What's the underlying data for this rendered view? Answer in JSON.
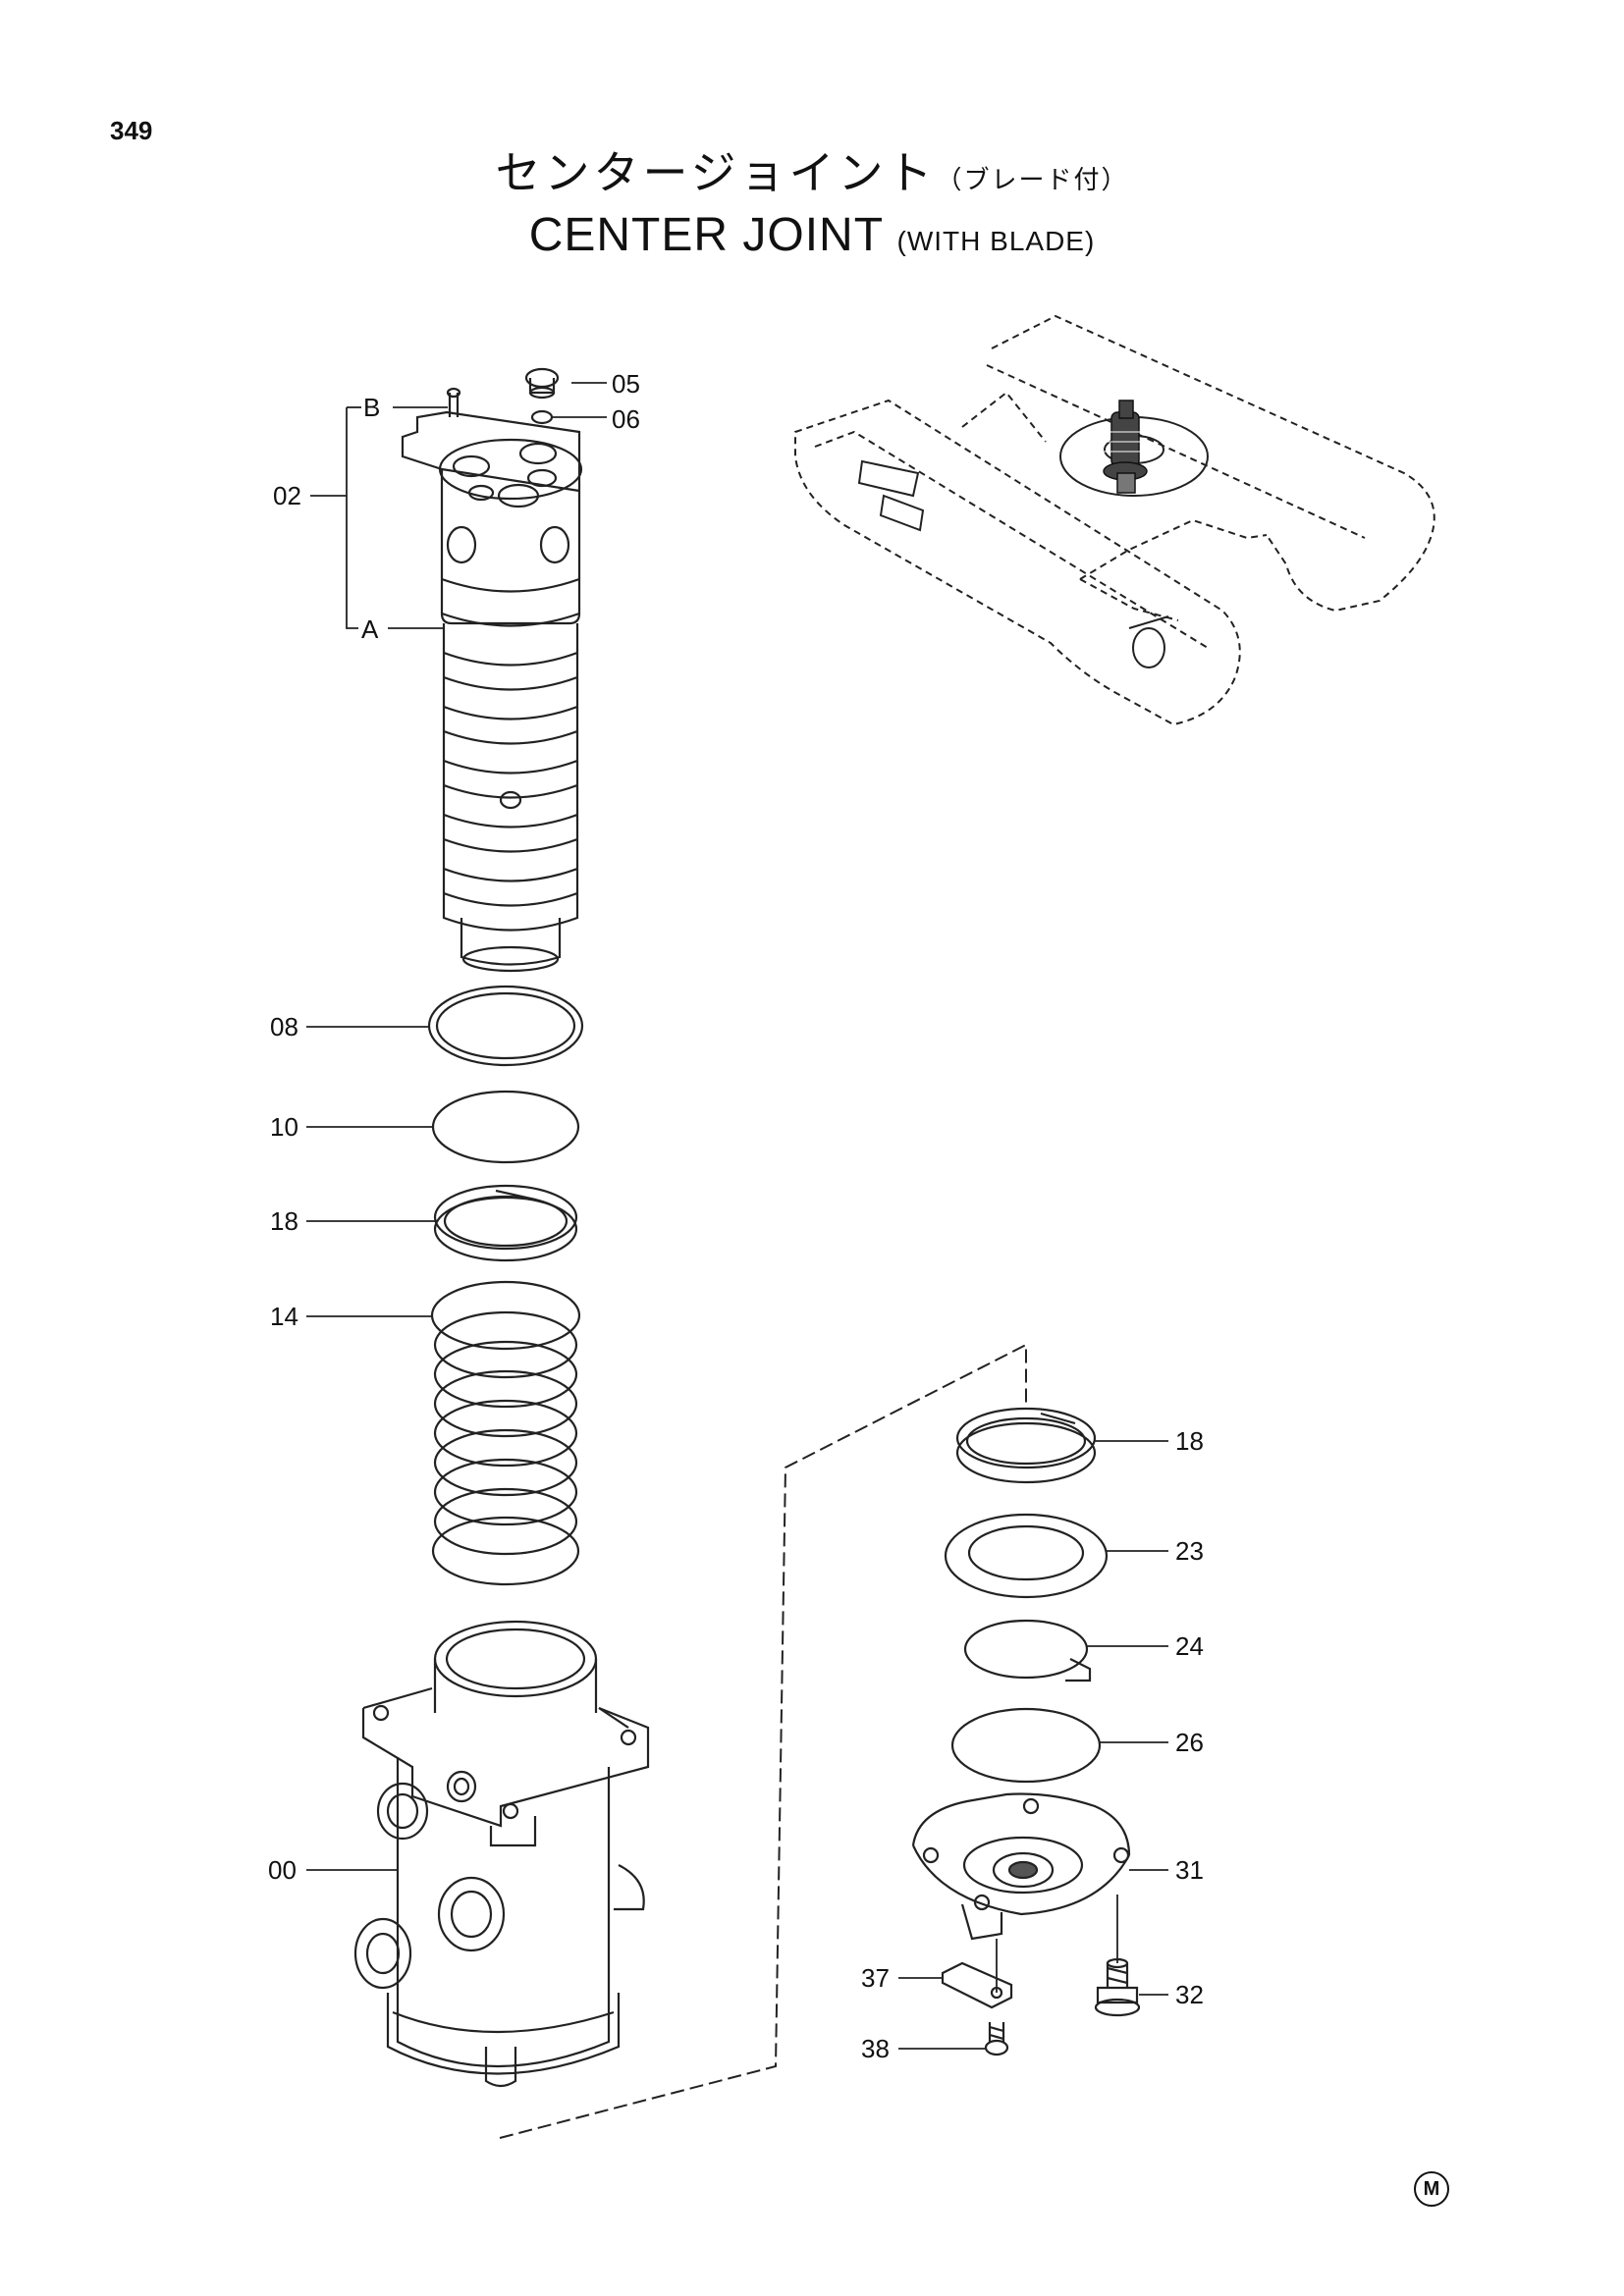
{
  "page_number": "349",
  "title": {
    "jp_main": "センタージョイント",
    "jp_sub": "（ブレード付）",
    "en_main": "CENTER JOINT",
    "en_sub": "(WITH BLADE)"
  },
  "callouts": {
    "c05": "05",
    "c06": "06",
    "cB": "B",
    "c02": "02",
    "cA": "A",
    "c08": "08",
    "c10": "10",
    "c18a": "18",
    "c14": "14",
    "c00": "00",
    "c18b": "18",
    "c23": "23",
    "c24": "24",
    "c26": "26",
    "c31": "31",
    "c32": "32",
    "c37": "37",
    "c38": "38"
  },
  "maker_mark": "M",
  "icons": [
    "center-joint-assembly-drawing",
    "undercarriage-crawler-drawing"
  ]
}
